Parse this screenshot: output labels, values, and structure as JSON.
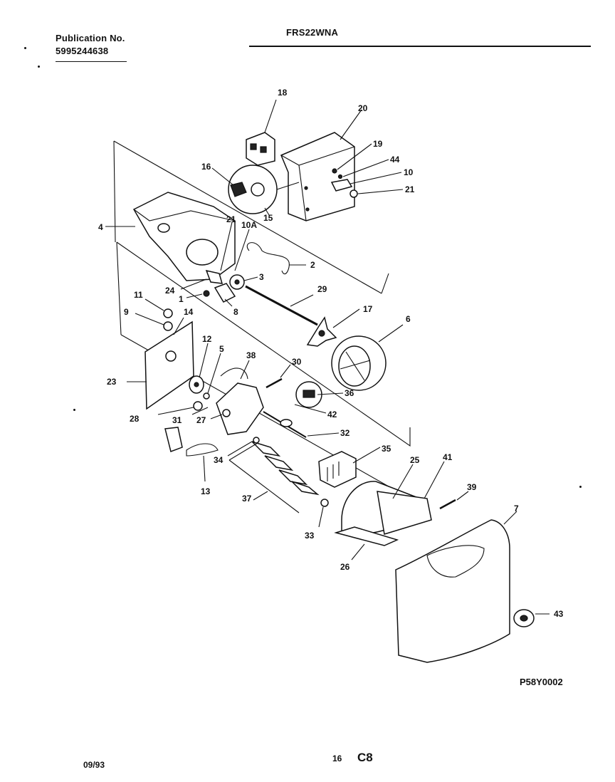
{
  "header": {
    "publication_label": "Publication No.",
    "publication_number": "5995244638",
    "model": "FRS22WNA"
  },
  "callouts": [
    "18",
    "20",
    "19",
    "44",
    "10",
    "21",
    "16",
    "15",
    "4",
    "21",
    "10A",
    "2",
    "3",
    "24",
    "1",
    "8",
    "29",
    "11",
    "14",
    "9",
    "17",
    "6",
    "12",
    "5",
    "38",
    "30",
    "23",
    "36",
    "28",
    "31",
    "27",
    "42",
    "32",
    "35",
    "34",
    "25",
    "41",
    "39",
    "13",
    "37",
    "33",
    "26",
    "7",
    "43"
  ],
  "footer": {
    "diagram_code": "P58Y0002",
    "date": "09/93",
    "page": "16",
    "section": "C8"
  }
}
